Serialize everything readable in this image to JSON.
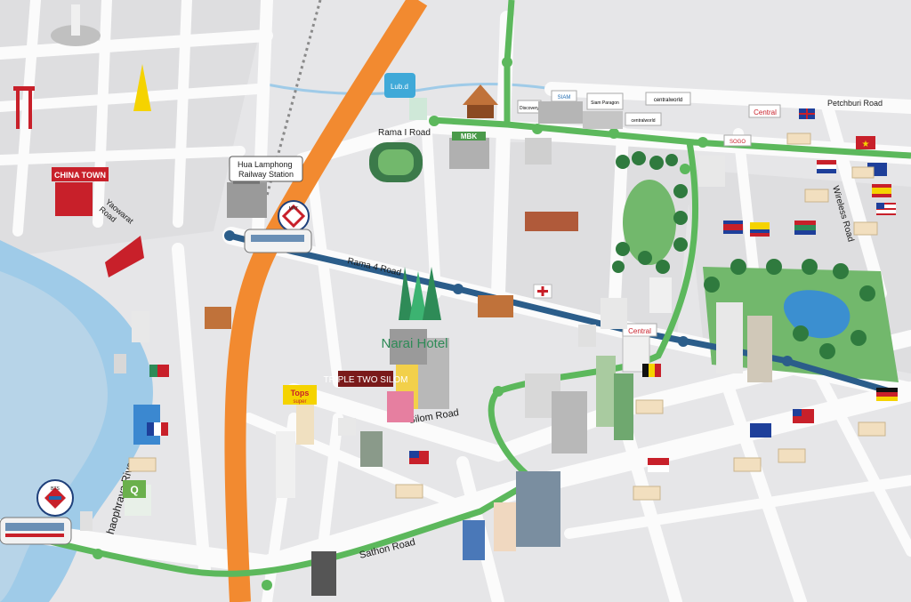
{
  "roads": {
    "rama1": "Rama I Road",
    "rama4": "Rama 4 Road",
    "silom": "Silom Road",
    "sathon": "Sathon Road",
    "petchburi": "Petchburi Road",
    "wireless": "Wireless Road",
    "yaowarat_line1": "Yaowarat",
    "yaowarat_line2": "Road"
  },
  "water": {
    "river": "Chaophraya River"
  },
  "stations": {
    "hua_lamphong_line1": "Hua Lamphong",
    "hua_lamphong_line2": "Railway Station",
    "mrt": "MRT",
    "bts": "BTS"
  },
  "landmarks": {
    "hotel": "Narai Hotel",
    "china_town": "CHINA TOWN",
    "tops_line1": "Tops",
    "tops_line2": "super",
    "triple_two": "TRIPLE TWO SILOM",
    "mbk": "MBK",
    "central": "Central",
    "central_silom": "Central",
    "centralworld": "centralworld",
    "centralworld_office": "centralworld",
    "siam": "SIAM",
    "discovery": "Discovery",
    "siam_paragon": "Siam Paragon",
    "sogo": "SOGO",
    "lub_d": "Lub.d",
    "q": "Q"
  },
  "colors": {
    "bts_line": "#5cb85c",
    "mrt_line": "#2b5d8a",
    "expressway": "#f28a30",
    "river": "#9fcbe8",
    "park": "#72b86c",
    "road": "#fbfbfb",
    "ground": "#e6e6e8"
  }
}
